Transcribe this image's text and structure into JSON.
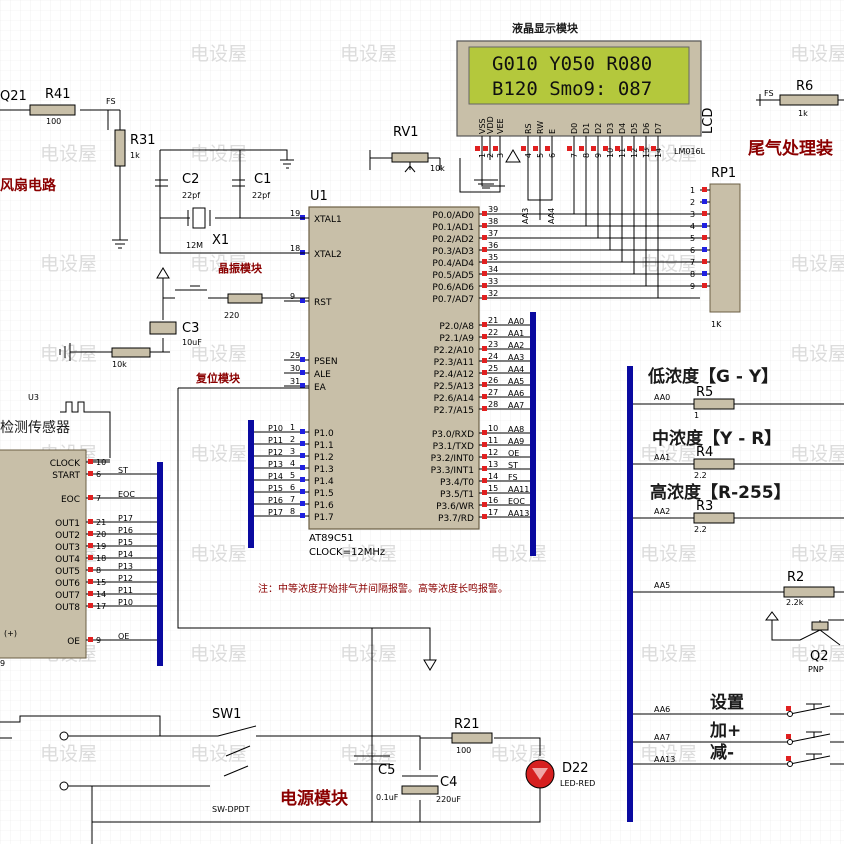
{
  "watermark": "电设屋",
  "lcd": {
    "title": "液晶显示模块",
    "line1": "G010 Y050 R080",
    "line2": "B120 Smo9: 087",
    "ref": "LCD",
    "part": "LM016L",
    "pins": [
      "VSS",
      "VDD",
      "VEE",
      "RS",
      "RW",
      "E",
      "D0",
      "D1",
      "D2",
      "D3",
      "D4",
      "D5",
      "D6",
      "D7"
    ],
    "pin_numbers": [
      "1",
      "2",
      "3",
      "4",
      "5",
      "6",
      "7",
      "8",
      "9",
      "10",
      "11",
      "12",
      "13",
      "14"
    ],
    "aa3": "AA3",
    "aa4": "AA4"
  },
  "mcu": {
    "ref": "U1",
    "part": "AT89C51",
    "clock": "CLOCK=12MHz",
    "left_pins": [
      {
        "num": "19",
        "name": "XTAL1"
      },
      {
        "num": "18",
        "name": "XTAL2"
      },
      {
        "num": "9",
        "name": "RST"
      },
      {
        "num": "29",
        "name": "PSEN"
      },
      {
        "num": "30",
        "name": "ALE"
      },
      {
        "num": "31",
        "name": "EA"
      },
      {
        "num": "1",
        "name": "P1.0",
        "net": "P10"
      },
      {
        "num": "2",
        "name": "P1.1",
        "net": "P11"
      },
      {
        "num": "3",
        "name": "P1.2",
        "net": "P12"
      },
      {
        "num": "4",
        "name": "P1.3",
        "net": "P13"
      },
      {
        "num": "5",
        "name": "P1.4",
        "net": "P14"
      },
      {
        "num": "6",
        "name": "P1.5",
        "net": "P15"
      },
      {
        "num": "7",
        "name": "P1.6",
        "net": "P16"
      },
      {
        "num": "8",
        "name": "P1.7",
        "net": "P17"
      }
    ],
    "right_pins_p0": [
      {
        "num": "39",
        "name": "P0.0/AD0"
      },
      {
        "num": "38",
        "name": "P0.1/AD1"
      },
      {
        "num": "37",
        "name": "P0.2/AD2"
      },
      {
        "num": "36",
        "name": "P0.3/AD3"
      },
      {
        "num": "35",
        "name": "P0.4/AD4"
      },
      {
        "num": "34",
        "name": "P0.5/AD5"
      },
      {
        "num": "33",
        "name": "P0.6/AD6"
      },
      {
        "num": "32",
        "name": "P0.7/AD7"
      }
    ],
    "right_pins_p2": [
      {
        "num": "21",
        "name": "P2.0/A8",
        "net": "AA0"
      },
      {
        "num": "22",
        "name": "P2.1/A9",
        "net": "AA1"
      },
      {
        "num": "23",
        "name": "P2.2/A10",
        "net": "AA2"
      },
      {
        "num": "24",
        "name": "P2.3/A11",
        "net": "AA3"
      },
      {
        "num": "25",
        "name": "P2.4/A12",
        "net": "AA4"
      },
      {
        "num": "26",
        "name": "P2.5/A13",
        "net": "AA5"
      },
      {
        "num": "27",
        "name": "P2.6/A14",
        "net": "AA6"
      },
      {
        "num": "28",
        "name": "P2.7/A15",
        "net": "AA7"
      }
    ],
    "right_pins_p3": [
      {
        "num": "10",
        "name": "P3.0/RXD",
        "net": "AA8"
      },
      {
        "num": "11",
        "name": "P3.1/TXD",
        "net": "AA9"
      },
      {
        "num": "12",
        "name": "P3.2/INT0",
        "net": "OE"
      },
      {
        "num": "13",
        "name": "P3.3/INT1",
        "net": "ST"
      },
      {
        "num": "14",
        "name": "P3.4/T0",
        "net": "FS"
      },
      {
        "num": "15",
        "name": "P3.5/T1",
        "net": "AA11"
      },
      {
        "num": "16",
        "name": "P3.6/WR",
        "net": "EOC"
      },
      {
        "num": "17",
        "name": "P3.7/RD",
        "net": "AA13"
      }
    ]
  },
  "labels": {
    "crystal_module": "晶振模块",
    "reset_module": "复位模块",
    "fan_circuit": "风扇电路",
    "power_module": "电源模块",
    "exhaust": "尾气处理装",
    "sensor": "检测传感器",
    "note": "注：中等浓度开始排气并间隔报警。高等浓度长鸣报警。",
    "low": "低浓度【G - Y】",
    "mid": "中浓度【Y - R】",
    "high": "高浓度【R-255】",
    "set": "设置",
    "plus": "加+",
    "minus": "减-"
  },
  "components": {
    "r41": {
      "ref": "R41",
      "val": "100"
    },
    "r31": {
      "ref": "R31",
      "val": "1k"
    },
    "q21": {
      "ref": "Q21"
    },
    "c2": {
      "ref": "C2",
      "val": "22pf"
    },
    "c1": {
      "ref": "C1",
      "val": "22pf"
    },
    "x1": {
      "ref": "X1",
      "val": "12M"
    },
    "rv1": {
      "ref": "RV1",
      "val": "10k"
    },
    "c3": {
      "ref": "C3",
      "val": "10uF"
    },
    "r220": {
      "val": "220"
    },
    "r10k": {
      "val": "10k"
    },
    "rp1": {
      "ref": "RP1",
      "val": "1K",
      "pins": [
        "1",
        "2",
        "3",
        "4",
        "5",
        "6",
        "7",
        "8",
        "9"
      ]
    },
    "r6": {
      "ref": "R6",
      "val": "1k",
      "net": "FS"
    },
    "r5": {
      "ref": "R5",
      "val": "1",
      "net": "AA0"
    },
    "r4": {
      "ref": "R4",
      "val": "2.2",
      "net": "AA1"
    },
    "r3": {
      "ref": "R3",
      "val": "2.2",
      "net": "AA2"
    },
    "r2": {
      "ref": "R2",
      "val": "2.2k",
      "net": "AA5"
    },
    "q2": {
      "ref": "Q2",
      "val": "PNP"
    },
    "sw1": {
      "ref": "SW1",
      "val": "SW-DPDT"
    },
    "c5": {
      "ref": "C5",
      "val": "0.1uF"
    },
    "c4": {
      "ref": "C4",
      "val": "220uF"
    },
    "r21": {
      "ref": "R21",
      "val": "100"
    },
    "d22": {
      "ref": "D22",
      "val": "LED-RED"
    },
    "btn_nets": [
      "AA6",
      "AA7",
      "AA13"
    ]
  },
  "sensor_chip": {
    "ref": "U3",
    "pins": [
      {
        "name": "CLOCK",
        "num": "10"
      },
      {
        "name": "START",
        "num": "6",
        "net": "ST"
      },
      {
        "name": "EOC",
        "num": "7",
        "net": "EOC"
      },
      {
        "name": "OUT1",
        "num": "21",
        "net": "P17"
      },
      {
        "name": "OUT2",
        "num": "20",
        "net": "P16"
      },
      {
        "name": "OUT3",
        "num": "19",
        "net": "P15"
      },
      {
        "name": "OUT4",
        "num": "18",
        "net": "P14"
      },
      {
        "name": "OUT5",
        "num": "8",
        "net": "P13"
      },
      {
        "name": "OUT6",
        "num": "15",
        "net": "P12"
      },
      {
        "name": "OUT7",
        "num": "14",
        "net": "P11"
      },
      {
        "name": "OUT8",
        "num": "17",
        "net": "P10"
      },
      {
        "name": "OE",
        "num": "9",
        "net": "OE"
      }
    ],
    "vref": "(+)",
    "partial": "9"
  },
  "colors": {
    "wire": "#000000",
    "bus": "#0a0aa0",
    "chip": "#c8bfa8",
    "lcd_bg": "#b4c83c",
    "pin_red": "#e02020",
    "pin_blue": "#2020e0",
    "title_red": "#8b0000"
  }
}
